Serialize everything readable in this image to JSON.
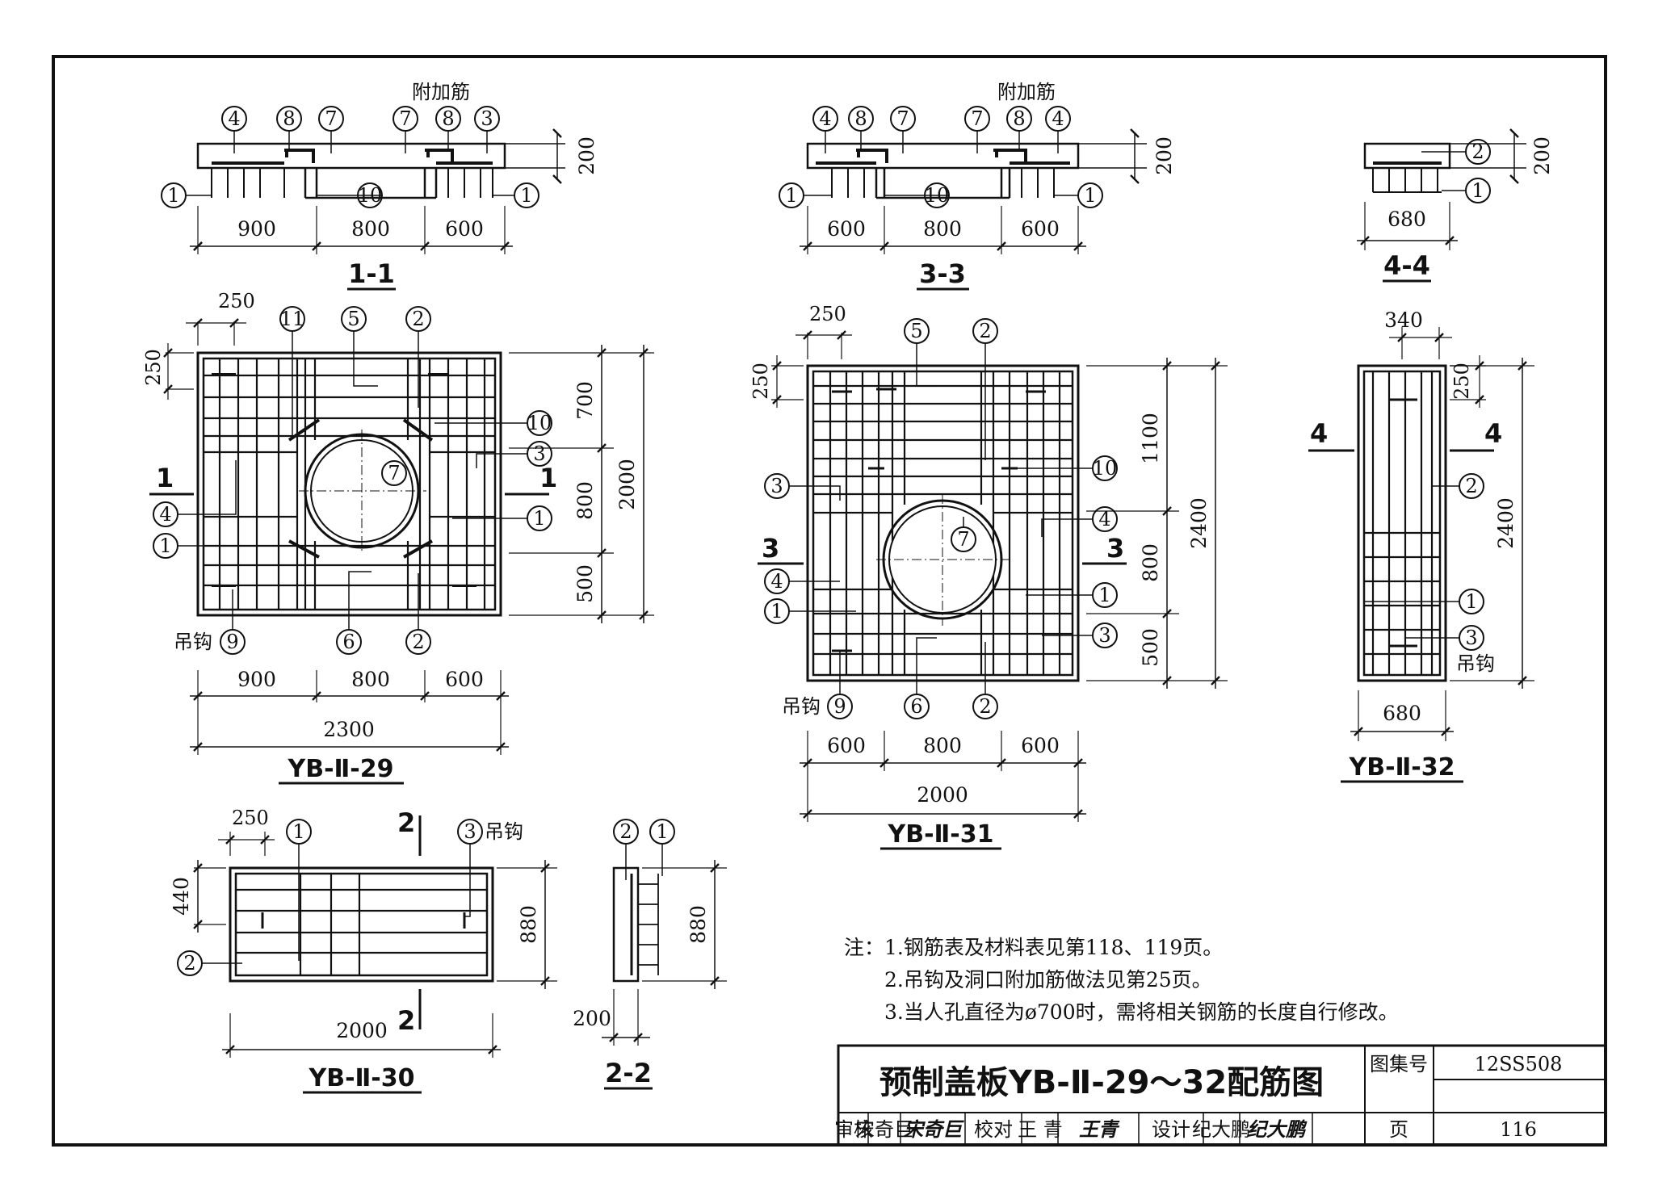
{
  "drawing": {
    "title": "预制盖板YB-Ⅱ-29～32配筋图",
    "atlas_label": "图集号",
    "atlas_no": "12SS508",
    "page_label": "页",
    "page_no": "116",
    "review_label": "审核",
    "reviewer": "宋奇巨",
    "reviewer_sig": "宋奇巨",
    "check_label": "校对",
    "checker": "王 青",
    "checker_sig": "王青",
    "design_label": "设计",
    "designer": "纪大鹏",
    "designer_sig": "纪大鹏"
  },
  "notes": {
    "head": "注：",
    "items": [
      "1.钢筋表及材料表见第118、119页。",
      "2.吊钩及洞口附加筋做法见第25页。",
      "3.当人孔直径为ø700时，需将相关钢筋的长度自行修改。"
    ]
  },
  "views": {
    "sec11": {
      "caption": "1-1",
      "extra_label": "附加筋",
      "dims": [
        "900",
        "800",
        "600"
      ],
      "thick": "200",
      "callouts": [
        "4",
        "8",
        "7",
        "7",
        "8",
        "3",
        "1",
        "10",
        "1"
      ]
    },
    "sec33": {
      "caption": "3-3",
      "extra_label": "附加筋",
      "dims": [
        "600",
        "800",
        "600"
      ],
      "thick": "200",
      "callouts": [
        "4",
        "8",
        "7",
        "7",
        "8",
        "4",
        "1",
        "10",
        "1"
      ]
    },
    "sec44": {
      "caption": "4-4",
      "dims": [
        "680"
      ],
      "thick": "200",
      "callouts": [
        "2",
        "1"
      ]
    },
    "yb29": {
      "caption": "YB-Ⅱ-29",
      "edge": "250",
      "top_edge": "250",
      "dims_bottom": [
        "900",
        "800",
        "600"
      ],
      "total": "2300",
      "dims_right": [
        "700",
        "800",
        "500"
      ],
      "total_right": "2000",
      "cut_label": "1",
      "hook_label": "吊钩",
      "callouts": [
        "11",
        "5",
        "2",
        "10",
        "7",
        "3",
        "4",
        "1",
        "1",
        "9",
        "6",
        "2"
      ]
    },
    "yb30": {
      "caption": "YB-Ⅱ-30",
      "edge": "250",
      "left_dim": "440",
      "right_dim": "880",
      "total": "2000",
      "cut_label": "2",
      "hook_label": "吊钩",
      "callouts": [
        "1",
        "3",
        "2"
      ]
    },
    "sec22": {
      "caption": "2-2",
      "height": "880",
      "thick": "200",
      "callouts": [
        "2",
        "1"
      ]
    },
    "yb31": {
      "caption": "YB-Ⅱ-31",
      "edge": "250",
      "top_edge": "250",
      "dims_bottom": [
        "600",
        "800",
        "600"
      ],
      "total": "2000",
      "dims_right": [
        "1100",
        "800",
        "500"
      ],
      "total_right": "2400",
      "cut_label": "3",
      "hook_label": "吊钩",
      "callouts": [
        "5",
        "2",
        "10",
        "3",
        "7",
        "4",
        "4",
        "1",
        "1",
        "3",
        "9",
        "6",
        "2"
      ]
    },
    "yb32": {
      "caption": "YB-Ⅱ-32",
      "top_dim": "340",
      "edge": "250",
      "bottom_dim": "680",
      "total_right": "2400",
      "cut_label": "4",
      "hook_label": "吊钩",
      "callouts": [
        "2",
        "1",
        "3"
      ]
    }
  }
}
